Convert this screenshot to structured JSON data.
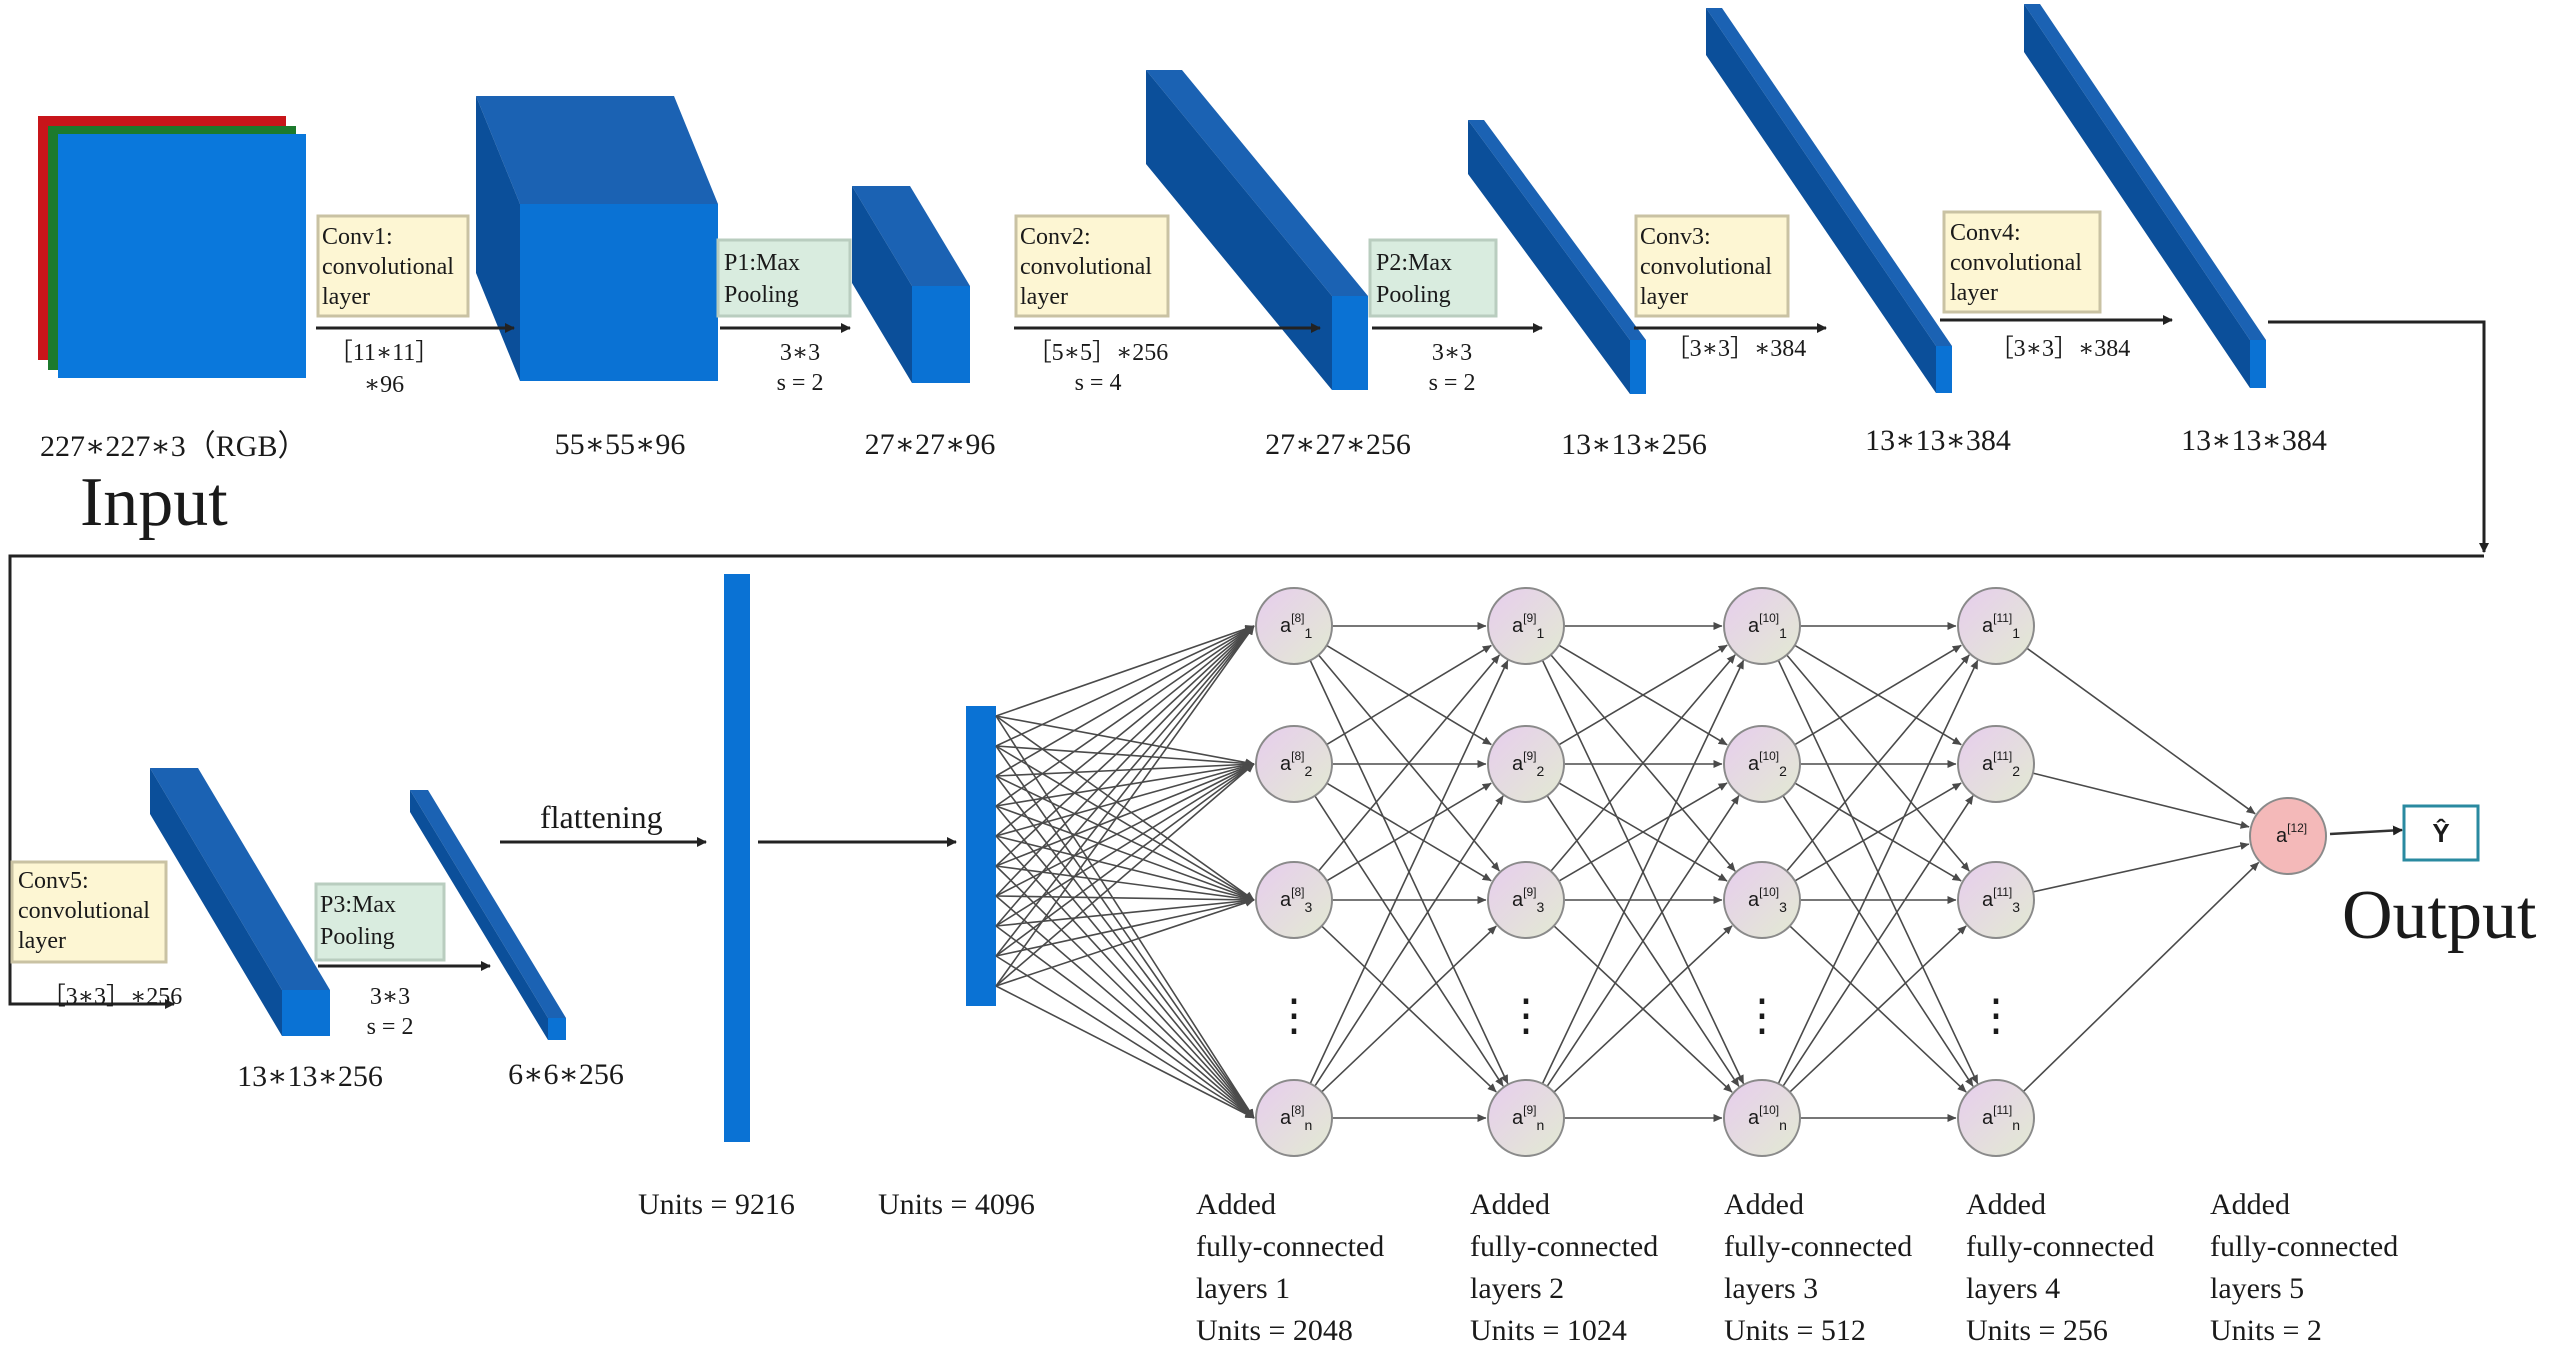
{
  "input": {
    "title": "Input",
    "dims": "227∗227∗3（RGB）"
  },
  "output": {
    "title": "Output",
    "y_hat": "Ŷ"
  },
  "stages": {
    "conv1": {
      "box_lines": [
        "Conv1:",
        "convolutional",
        "layer"
      ],
      "param_lines": [
        "［11∗11］",
        "∗96"
      ]
    },
    "p1": {
      "box_lines": [
        "P1:Max",
        "Pooling"
      ],
      "param_lines": [
        "3∗3",
        "s = 2"
      ]
    },
    "conv2": {
      "box_lines": [
        "Conv2:",
        "convolutional",
        "layer"
      ],
      "param_lines": [
        "［5∗5］∗256",
        "s = 4"
      ]
    },
    "p2": {
      "box_lines": [
        "P2:Max",
        "Pooling"
      ],
      "param_lines": [
        "3∗3",
        "s = 2"
      ]
    },
    "conv3": {
      "box_lines": [
        "Conv3:",
        "convolutional",
        "layer"
      ],
      "param_lines": [
        "［3∗3］∗384"
      ]
    },
    "conv4": {
      "box_lines": [
        "Conv4:",
        "convolutional",
        "layer"
      ],
      "param_lines": [
        "［3∗3］∗384"
      ]
    },
    "conv5": {
      "box_lines": [
        "Conv5:",
        "convolutional",
        "layer"
      ],
      "param_lines": [
        "［3∗3］∗256"
      ]
    },
    "p3": {
      "box_lines": [
        "P3:Max",
        "Pooling"
      ],
      "param_lines": [
        "3∗3",
        "s = 2"
      ]
    }
  },
  "dims": {
    "d1": "55∗55∗96",
    "d2": "27∗27∗96",
    "d3": "27∗27∗256",
    "d4": "13∗13∗256",
    "d5": "13∗13∗384",
    "d6": "13∗13∗384",
    "d7": "13∗13∗256",
    "d8": "6∗6∗256"
  },
  "flattening": "flattening",
  "units": {
    "flat": "Units =  9216",
    "dense": "Units =  4096"
  },
  "fc_layers": [
    {
      "lines": [
        "Added",
        "fully-connected",
        "layers 1",
        "Units =  2048"
      ],
      "index": "8"
    },
    {
      "lines": [
        "Added",
        "fully-connected",
        "layers 2",
        "Units =  1024"
      ],
      "index": "9"
    },
    {
      "lines": [
        "Added",
        "fully-connected",
        "layers 3",
        "Units =  512"
      ],
      "index": "10"
    },
    {
      "lines": [
        "Added",
        "fully-connected",
        "layers 4",
        "Units =  256"
      ],
      "index": "11"
    },
    {
      "lines": [
        "Added",
        "fully-connected",
        "layers 5",
        "Units =  2"
      ],
      "index": "12"
    }
  ],
  "neuron_subscripts": [
    "1",
    "2",
    "3",
    "n"
  ],
  "neuron_letter": "a",
  "ellipsis": "⋮",
  "colors": {
    "block_front": "#0a72d4",
    "block_top": "#1b62b3",
    "block_side": "#0b4f9a",
    "input_red": "#c8151a",
    "input_green": "#1c7a2c",
    "input_blue": "#0a78dc",
    "conv_box": "#fdf6d3",
    "pool_box": "#d9ecdf",
    "neuron_purple": "#e8d0ec",
    "neuron_green": "#dfe8d2",
    "output_neuron": "#f4b9b9",
    "output_box_stroke": "#2a8aa0"
  }
}
